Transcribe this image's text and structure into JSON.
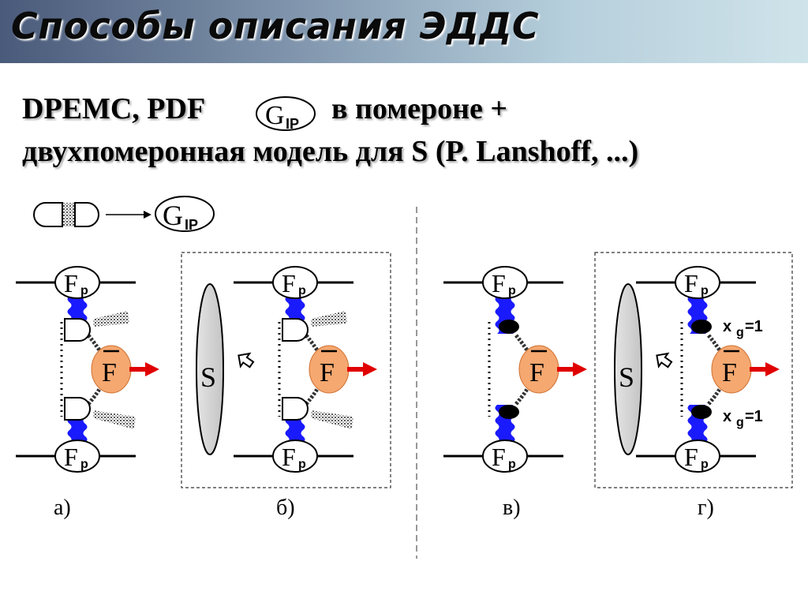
{
  "title": "Способы описания ЭДДС",
  "line1": {
    "text_left": "DPEMC, PDF",
    "gip_base": "G",
    "gip_sub": "IP",
    "text_right": "в помероне +"
  },
  "line2": "двухпомеронная модель для S (P. Lanshoff, ...)",
  "legend": {
    "g_base": "G",
    "g_sub": "IP"
  },
  "node_F": "F",
  "node_sub_p": "p",
  "central_F": "F",
  "s_label": "S",
  "xg_label": "x",
  "xg_sub": "g",
  "xg_value": "=1",
  "panel_labels": [
    "а)",
    "б)",
    "в)",
    "г)"
  ],
  "colors": {
    "blue_blob": "#1a1aff",
    "central_fill": "#f5a870",
    "arrow": "#e00000"
  }
}
